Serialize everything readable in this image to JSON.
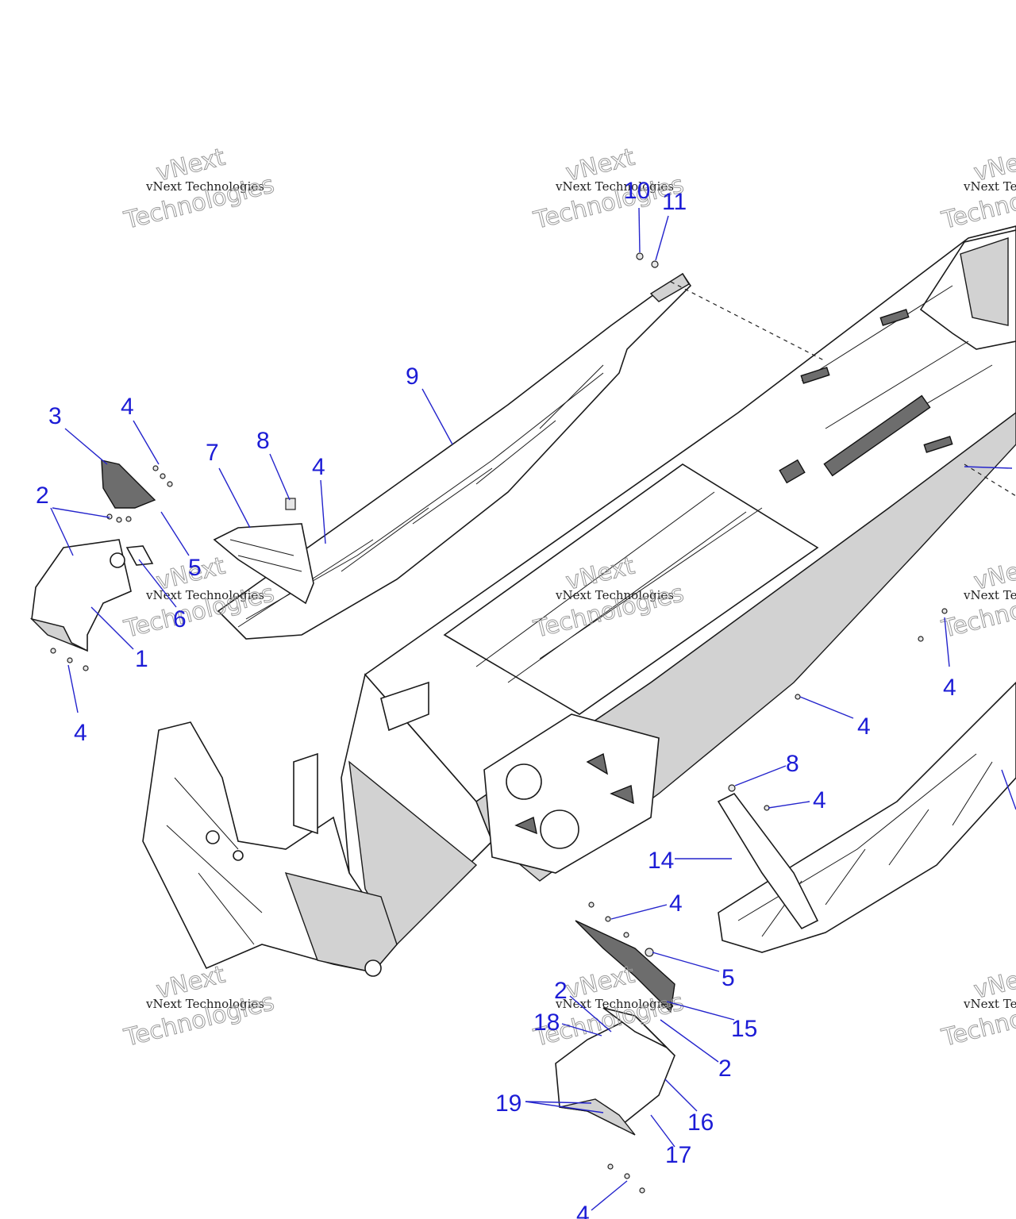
{
  "callouts": [
    {
      "id": "c1",
      "label": "1"
    },
    {
      "id": "c2a",
      "label": "2"
    },
    {
      "id": "c2b",
      "label": "2"
    },
    {
      "id": "c2c",
      "label": "2"
    },
    {
      "id": "c3",
      "label": "3"
    },
    {
      "id": "c4a",
      "label": "4"
    },
    {
      "id": "c4b",
      "label": "4"
    },
    {
      "id": "c4c",
      "label": "4"
    },
    {
      "id": "c4d",
      "label": "4"
    },
    {
      "id": "c4e",
      "label": "4"
    },
    {
      "id": "c4f",
      "label": "4"
    },
    {
      "id": "c4g",
      "label": "4"
    },
    {
      "id": "c4h",
      "label": "4"
    },
    {
      "id": "c5a",
      "label": "5"
    },
    {
      "id": "c5b",
      "label": "5"
    },
    {
      "id": "c6",
      "label": "6"
    },
    {
      "id": "c7",
      "label": "7"
    },
    {
      "id": "c8a",
      "label": "8"
    },
    {
      "id": "c8b",
      "label": "8"
    },
    {
      "id": "c9",
      "label": "9"
    },
    {
      "id": "c10",
      "label": "10"
    },
    {
      "id": "c11",
      "label": "11"
    },
    {
      "id": "c14",
      "label": "14"
    },
    {
      "id": "c15",
      "label": "15"
    },
    {
      "id": "c16",
      "label": "16"
    },
    {
      "id": "c17",
      "label": "17"
    },
    {
      "id": "c18",
      "label": "18"
    },
    {
      "id": "c19",
      "label": "19"
    }
  ],
  "watermark": {
    "line1": "vNext Technologies",
    "line2": "vNext",
    "line3": "Technologies"
  },
  "colors": {
    "callout": "#1c1cd6",
    "leader": "#2424cc",
    "shade": "#d2d2d2"
  }
}
